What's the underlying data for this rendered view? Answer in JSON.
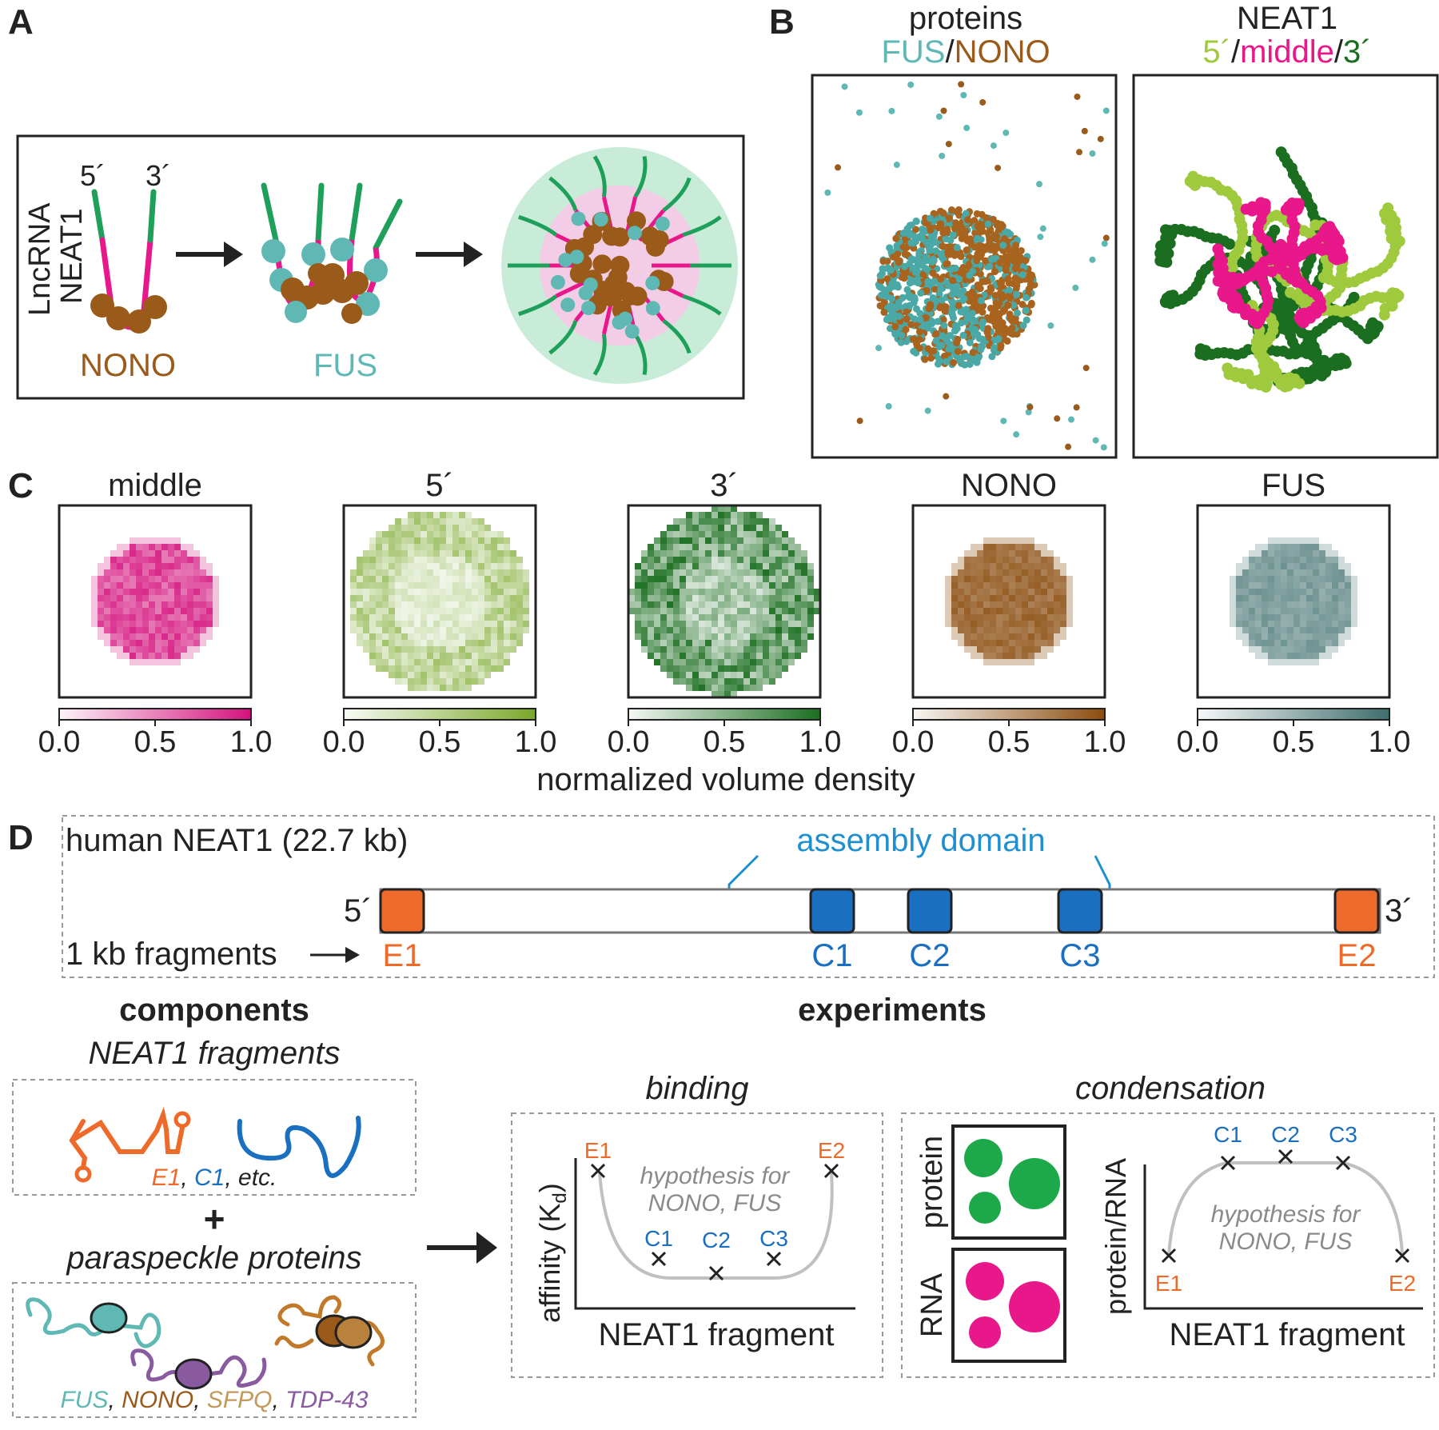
{
  "colors": {
    "fus": "#5fb8b3",
    "nono": "#9a5a1a",
    "middle": "#e8178a",
    "five_prime": "#9fca3e",
    "three_prime": "#1b6e20",
    "neat1_strand": "#1fa05a",
    "orange": "#ee6a2a",
    "blue": "#1a6fc0",
    "sfpq": "#c29a5a",
    "tdp43": "#8a5aa0",
    "gray_text": "#8a8a8a"
  },
  "panel_a": {
    "letter": "A",
    "axis_label_line1": "LncRNA",
    "axis_label_line2": "NEAT1",
    "five_prime": "5´",
    "three_prime": "3´",
    "nono_label": "NONO",
    "fus_label": "FUS"
  },
  "panel_b": {
    "letter": "B",
    "left_title": "proteins",
    "left_sub_fus": "FUS",
    "left_sub_sep": "/",
    "left_sub_nono": "NONO",
    "right_title": "NEAT1",
    "right_sub_5": "5´",
    "right_sub_sep1": "/",
    "right_sub_mid": "middle",
    "right_sub_sep2": "/",
    "right_sub_3": "3´"
  },
  "panel_c": {
    "letter": "C",
    "maps": [
      {
        "title": "middle",
        "ticks": [
          "0.0",
          "0.5",
          "1.0"
        ],
        "color": "#d4127d"
      },
      {
        "title": "5´",
        "ticks": [
          "0.0",
          "0.5",
          "1.0"
        ],
        "color": "#7aa82a"
      },
      {
        "title": "3´",
        "ticks": [
          "0.0",
          "0.5",
          "1.0"
        ],
        "color": "#1b6e20"
      },
      {
        "title": "NONO",
        "ticks": [
          "0.0",
          "0.5",
          "1.0"
        ],
        "color": "#8a4c0e"
      },
      {
        "title": "FUS",
        "ticks": [
          "0.0",
          "0.5",
          "1.0"
        ],
        "color": "#3e6e6c"
      }
    ],
    "xlabel": "normalized volume density"
  },
  "panel_d": {
    "letter": "D",
    "gene_title": "human NEAT1 (22.7 kb)",
    "assembly_label": "assembly domain",
    "five_prime": "5´",
    "three_prime": "3´",
    "fragments_label": "1 kb fragments",
    "fragments": [
      "E1",
      "C1",
      "C2",
      "C3",
      "E2"
    ],
    "components_header": "components",
    "experiments_header": "experiments",
    "fragments_subheader": "NEAT1 fragments",
    "frag_caption_e1": "E1",
    "frag_caption_c1": "C1",
    "frag_caption_etc": "etc.",
    "plus": "+",
    "proteins_subheader": "paraspeckle proteins",
    "protein_names": [
      "FUS",
      "NONO",
      "SFPQ",
      "TDP-43"
    ],
    "binding_title": "binding",
    "binding_ylabel": "affinity (K",
    "binding_ylabel_sub": "d",
    "binding_ylabel_end": ")",
    "binding_xlabel": "NEAT1 fragment",
    "binding_hyp_line1": "hypothesis for",
    "binding_hyp_line2": "NONO, FUS",
    "condensation_title": "condensation",
    "cond_protein_label": "protein",
    "cond_rna_label": "RNA",
    "cond_ylabel": "protein/RNA",
    "cond_xlabel": "NEAT1 fragment",
    "cond_hyp_line1": "hypothesis for",
    "cond_hyp_line2": "NONO, FUS"
  }
}
